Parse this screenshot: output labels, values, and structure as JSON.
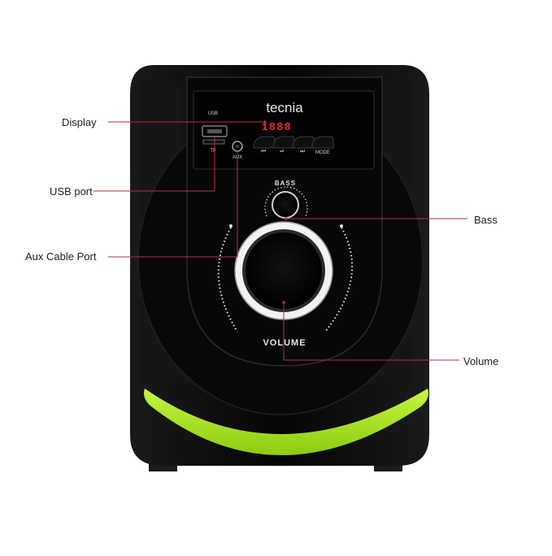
{
  "callouts": {
    "display": "Display",
    "usb_port": "USB port",
    "aux_cable_port": "Aux Cable Port",
    "bass": "Bass",
    "volume": "Volume"
  },
  "speaker": {
    "brand": "tecnia",
    "usb_label": "USB",
    "tf_label": "TF",
    "aux_label": "AUX",
    "display_digits": "1888",
    "mode_label": "MODE",
    "bass_label": "BASS",
    "volume_label": "VOLUME"
  },
  "colors": {
    "body": "#0b0b0c",
    "accent_green": "#a6e61a",
    "led_red": "#e8262a",
    "callout_line": "#b03045",
    "knob_ring": "#f2f2f2"
  },
  "icons": {
    "prev": "skip-previous-icon",
    "play_pause": "play-pause-icon",
    "next": "skip-next-icon"
  }
}
